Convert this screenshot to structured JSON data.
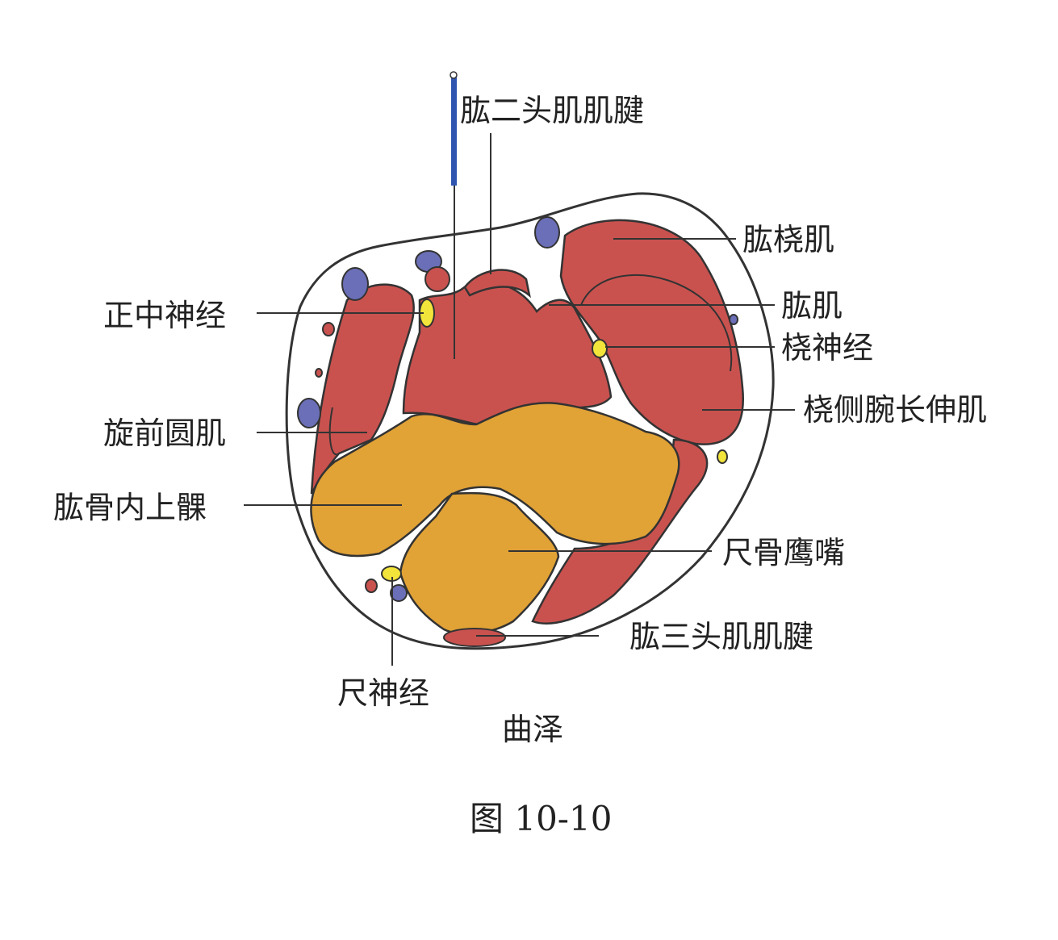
{
  "labels": {
    "biceps_tendon": "肱二头肌肌腱",
    "brachioradialis": "肱桡肌",
    "median_nerve": "正中神经",
    "brachialis": "肱肌",
    "radial_nerve": "桡神经",
    "ecrl": "桡侧腕长伸肌",
    "pronator_teres": "旋前圆肌",
    "medial_epicondyle": "肱骨内上髁",
    "olecranon": "尺骨鹰嘴",
    "triceps_tendon": "肱三头肌肌腱",
    "ulnar_nerve": "尺神经"
  },
  "acupoint": "曲泽",
  "caption": "图 10-10",
  "colors": {
    "muscle": "#c9524f",
    "bone": "#e1a236",
    "nerve": "#f2e43a",
    "vein": "#6b6fb8",
    "needle": "#2f55b0"
  }
}
